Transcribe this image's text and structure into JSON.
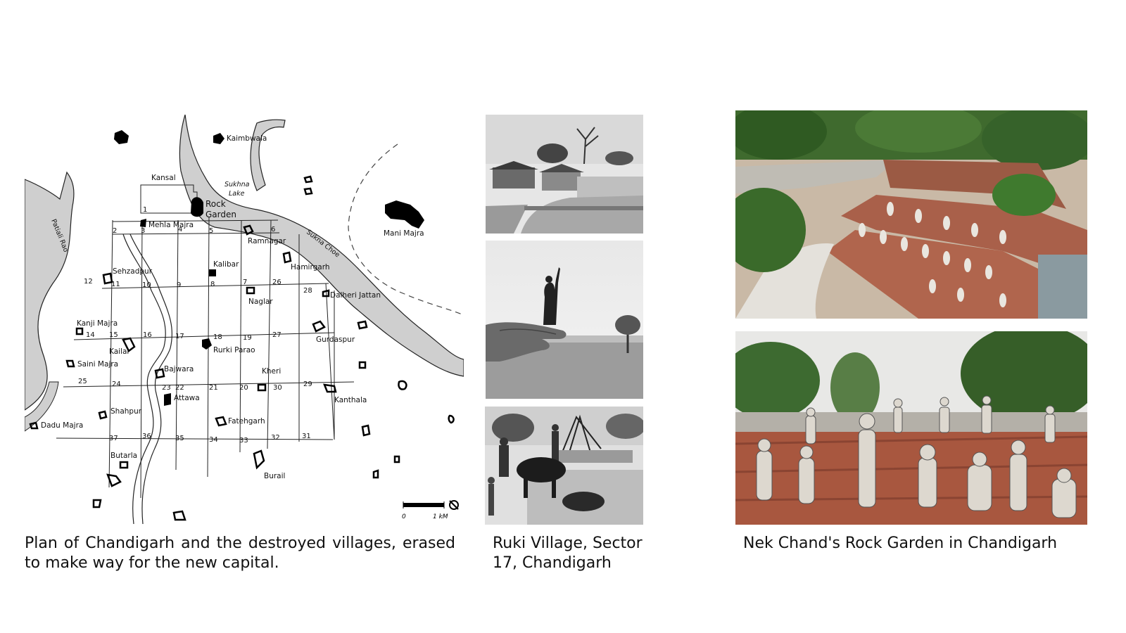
{
  "map": {
    "places": {
      "kaimbwala": "Kaimbwala",
      "kansal": "Kansal",
      "sukhna_lake": "Sukhna\nLake",
      "sukhna_lake_l1": "Sukhna",
      "sukhna_lake_l2": "Lake",
      "rock_garden_l1": "Rock",
      "rock_garden_l2": "Garden",
      "mani_majra": "Mani Majra",
      "patiali_rao": "Patiali Rao",
      "mehla_majra": "Mehla Majra",
      "ramnagar": "Ramnagar",
      "sukna_choe": "Sukna Choe",
      "hamirgarh": "Hamirgarh",
      "kalibar": "Kalibar",
      "sehzadpur": "Sehzadpur",
      "naglar": "Naglar",
      "dalheri_jattan": "Dalheri Jattan",
      "kanji_majra": "Kanji Majra",
      "kailar": "Kailar",
      "rurki_parao": "Rurki Parao",
      "gurdaspur": "Gurdaspur",
      "saini_majra": "Saini Majra",
      "bajwara": "Bajwara",
      "kheri": "Kheri",
      "attawa": "Attawa",
      "kanthala": "Kanthala",
      "shahpur": "Shahpur",
      "fatehgarh": "Fatehgarh",
      "dadu_majra": "Dadu Majra",
      "butarla": "Butarla",
      "burail": "Burail"
    },
    "sectors": [
      "1",
      "2",
      "3",
      "4",
      "5",
      "6",
      "7",
      "8",
      "9",
      "10",
      "11",
      "12",
      "14",
      "15",
      "16",
      "17",
      "18",
      "19",
      "20",
      "21",
      "22",
      "23",
      "24",
      "25",
      "26",
      "27",
      "28",
      "29",
      "30",
      "31",
      "32",
      "33",
      "34",
      "35",
      "36",
      "37"
    ],
    "scale": {
      "zero": "0",
      "one": "1 kM"
    }
  },
  "photos": {
    "ruki_village": "village-photo",
    "statue": "hand-statue-photo",
    "well": "village-well-photo",
    "rock_garden_top": "rock-garden-terraces-photo",
    "rock_garden_bottom": "rock-garden-figures-photo"
  },
  "captions": {
    "map": "Plan of Chandigarh and the destroyed villages, erased to make way for the new capital.",
    "ruki": "Ruki Village, Sector 17, Chandigarh",
    "rock": "Nek Chand's Rock Garden in Chandigarh"
  }
}
